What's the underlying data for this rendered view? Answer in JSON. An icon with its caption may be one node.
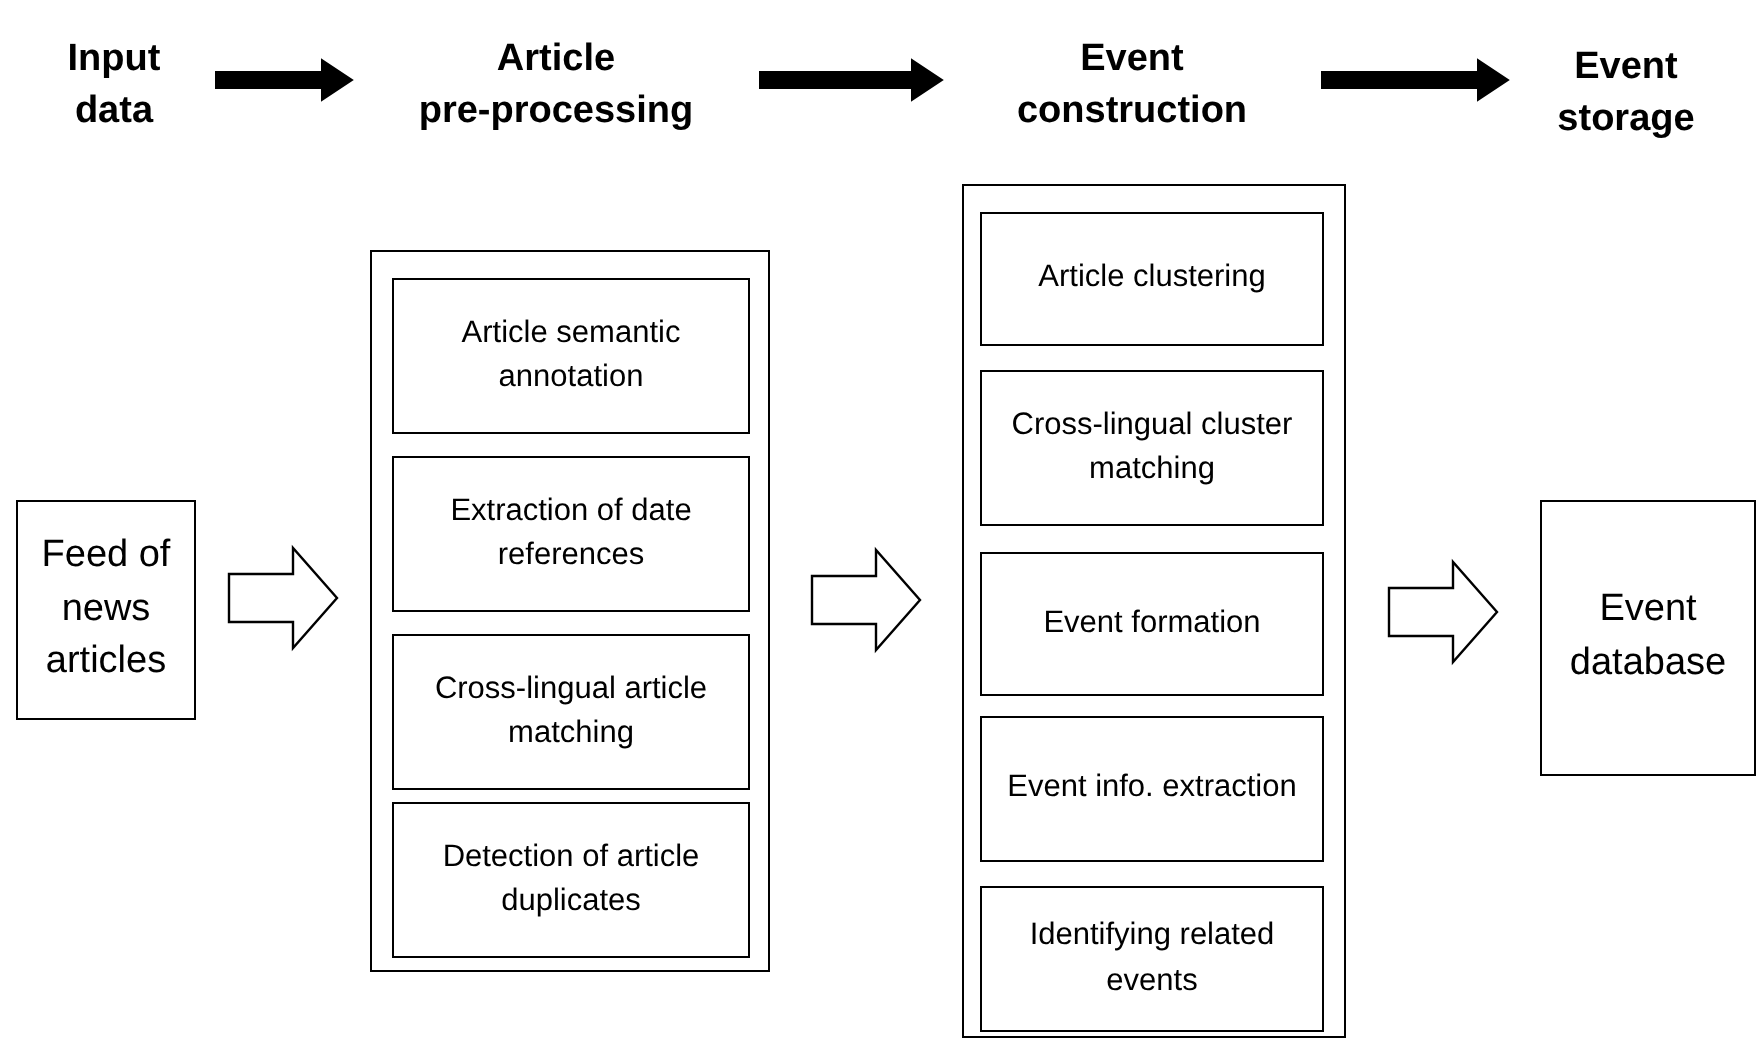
{
  "diagram": {
    "nodes": [
      {
        "text": [
          "Input data"
        ]
      },
      {
        "text": [
          "Article pre-processing"
        ]
      },
      {
        "text": [
          "Event construction"
        ]
      },
      {
        "text": [
          "Event storage"
        ]
      },
      {
        "text": [
          "Feed of news articles"
        ]
      },
      {
        "text": [],
        "shape": "box"
      },
      {
        "text": [
          "Article semantic annotation"
        ],
        "in": 5
      },
      {
        "text": [
          "Extraction of date references"
        ],
        "in": 5
      },
      {
        "text": [
          "Cross-lingual article matching"
        ],
        "in": 5
      },
      {
        "text": [
          "Detection of article duplicates"
        ],
        "in": 5
      },
      {
        "text": [],
        "shape": "box"
      },
      {
        "text": [
          "Article clustering"
        ],
        "in": 10
      },
      {
        "text": [
          "Cross-lingual cluster matching"
        ],
        "in": 10
      },
      {
        "text": [
          "Event formation"
        ],
        "in": 10
      },
      {
        "text": [
          "Event info. extraction"
        ],
        "in": 10
      },
      {
        "text": [
          "Identifying related events"
        ],
        "in": 10
      },
      {
        "text": [
          "Event database"
        ]
      }
    ],
    "edges": [
      {
        "from": 0,
        "to": 1,
        "arrow": "to",
        "style": "thick"
      },
      {
        "from": 1,
        "to": 2,
        "arrow": "to",
        "style": "thick"
      },
      {
        "from": 2,
        "to": 3,
        "arrow": "to",
        "style": "thick"
      },
      {
        "from": 4,
        "to": 5,
        "arrow": "to"
      },
      {
        "from": 5,
        "to": 10,
        "arrow": "to"
      },
      {
        "from": 10,
        "to": 16,
        "arrow": "to"
      }
    ]
  }
}
